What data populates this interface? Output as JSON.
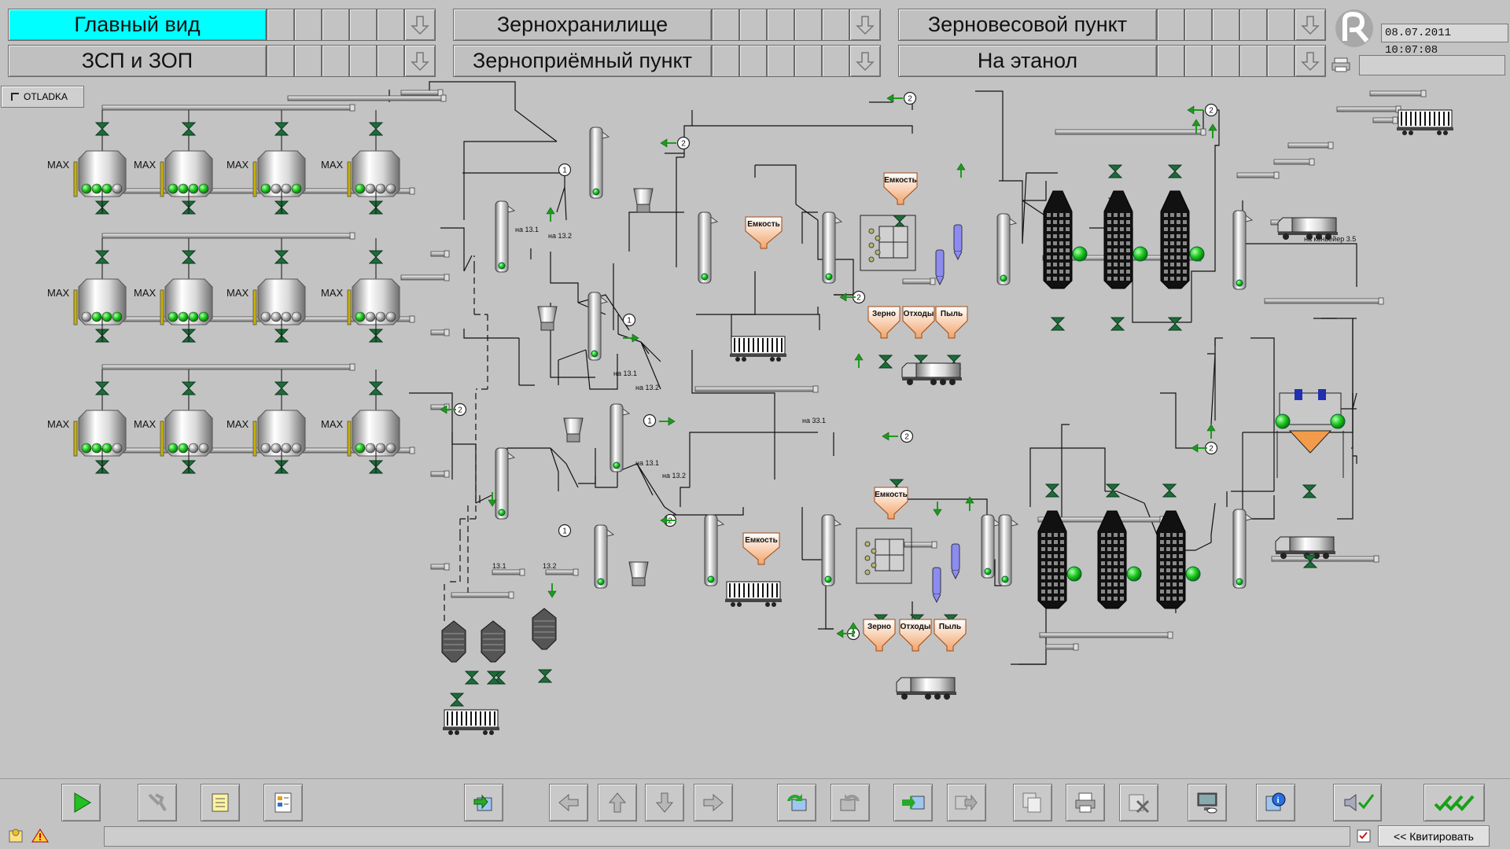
{
  "nav": {
    "row1": [
      {
        "label": "Главный вид",
        "active": true
      },
      {
        "label": "Зернохранилище",
        "active": false
      },
      {
        "label": "Зерновесовой пункт",
        "active": false
      }
    ],
    "row2": [
      {
        "label": "ЗСП и ЗОП",
        "active": false
      },
      {
        "label": "Зерноприёмный пункт",
        "active": false
      },
      {
        "label": "На этанол",
        "active": false
      }
    ]
  },
  "datetime": "08.07.2011 10:07:08",
  "debug": {
    "label": "OTLADKA"
  },
  "diagram": {
    "max_label": "MAX",
    "tank_label": "Емкость",
    "bin_labels": [
      "Зерно",
      "Отходы",
      "Пыль"
    ],
    "route_labels": {
      "na13_1": "на 13.1",
      "na13_2": "на 13.2",
      "na33_1": "на 33.1",
      "l13_1": "13.1",
      "l13_2": "13.2",
      "conveyor": "на конвейер 3.5"
    },
    "node_numbers": {
      "one": "1",
      "two": "2"
    }
  },
  "toolbar": {
    "icons": [
      "play-icon",
      "tools-icon",
      "notebook-icon",
      "report-icon",
      "export-icon",
      "arrow-left-icon",
      "arrow-up-icon",
      "arrow-down-icon",
      "arrow-right-icon",
      "undo-icon",
      "redo-icon",
      "transfer-icon",
      "forward-icon",
      "copy-icon",
      "print-icon",
      "delete-icon",
      "monitor-icon",
      "info-icon",
      "sound-icon",
      "acknowledge-all-icon"
    ]
  },
  "status": {
    "ack_label": "<< Квитировать"
  },
  "colors": {
    "active_nav": "#00ffff",
    "valve": "#1e6b3a",
    "running": "#2fd02f",
    "background": "#c3c3c3"
  }
}
